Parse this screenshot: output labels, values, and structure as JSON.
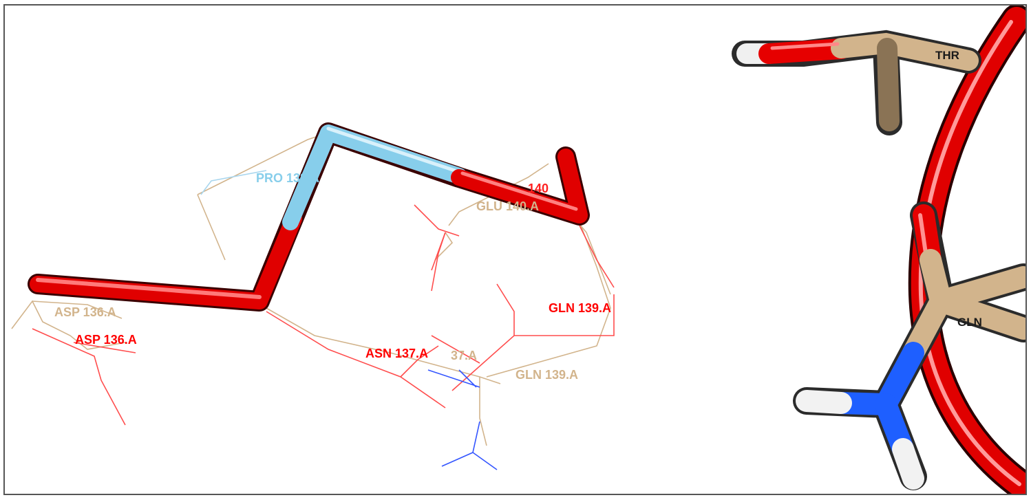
{
  "scene": {
    "colors": {
      "oxygen": "#ff0000",
      "carbon": "#d2b48c",
      "nitrogen": "#1e5fff",
      "hydrogen": "#ffffff",
      "proline": "#87ceeb",
      "wire_tan": "#d2b48c",
      "wire_red": "#ff4040",
      "wire_blue": "#3355ff"
    },
    "labels": {
      "pro138": "PRO 138.A",
      "glu140_tan": "GLU 140.A",
      "glu140_red": "140",
      "gln139_red": "GLN 139.A",
      "asp136_tan": "ASP 136.A",
      "asp136_red": "ASP 136.A",
      "asn137_red": "ASN 137.A",
      "asn137_tan": "37.A",
      "gln139_tan": "GLN 139.A",
      "thr": "THR",
      "gln": "GLN"
    }
  }
}
